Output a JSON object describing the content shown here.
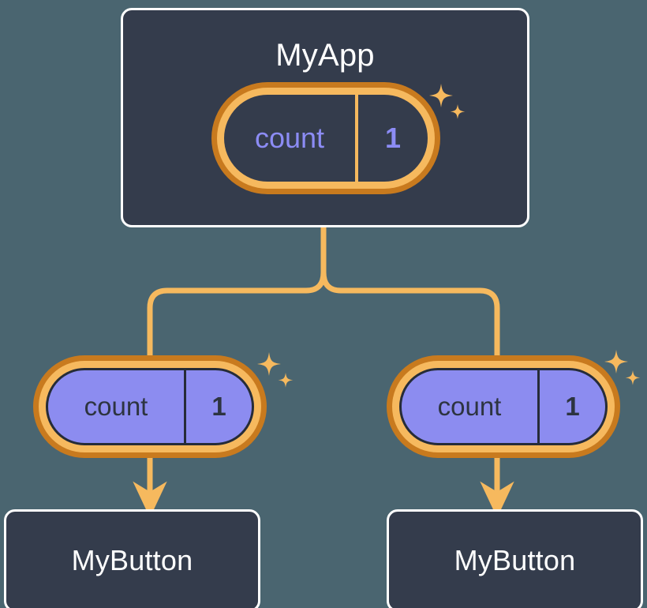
{
  "diagram": {
    "title_node": {
      "label": "MyApp"
    },
    "background_color": "#4a6570",
    "card_color": "#343c4c",
    "accent_orange": "#f6b95e",
    "accent_orange_dark": "#c87a1e",
    "accent_purple": "#8c8cf0",
    "state_pills": [
      {
        "id": "app",
        "key": "count",
        "value": "1",
        "variant": "dark",
        "sparkle": true
      },
      {
        "id": "left",
        "key": "count",
        "value": "1",
        "variant": "purple",
        "sparkle": true
      },
      {
        "id": "right",
        "key": "count",
        "value": "1",
        "variant": "purple",
        "sparkle": true
      }
    ],
    "child_nodes": [
      {
        "id": "left",
        "label": "MyButton"
      },
      {
        "id": "right",
        "label": "MyButton"
      }
    ],
    "edges": [
      {
        "from": "MyApp",
        "to": "left-state",
        "style": "elbow"
      },
      {
        "from": "MyApp",
        "to": "right-state",
        "style": "elbow"
      },
      {
        "from": "left-state",
        "to": "MyButton-left",
        "style": "arrow"
      },
      {
        "from": "right-state",
        "to": "MyButton-right",
        "style": "arrow"
      }
    ]
  }
}
